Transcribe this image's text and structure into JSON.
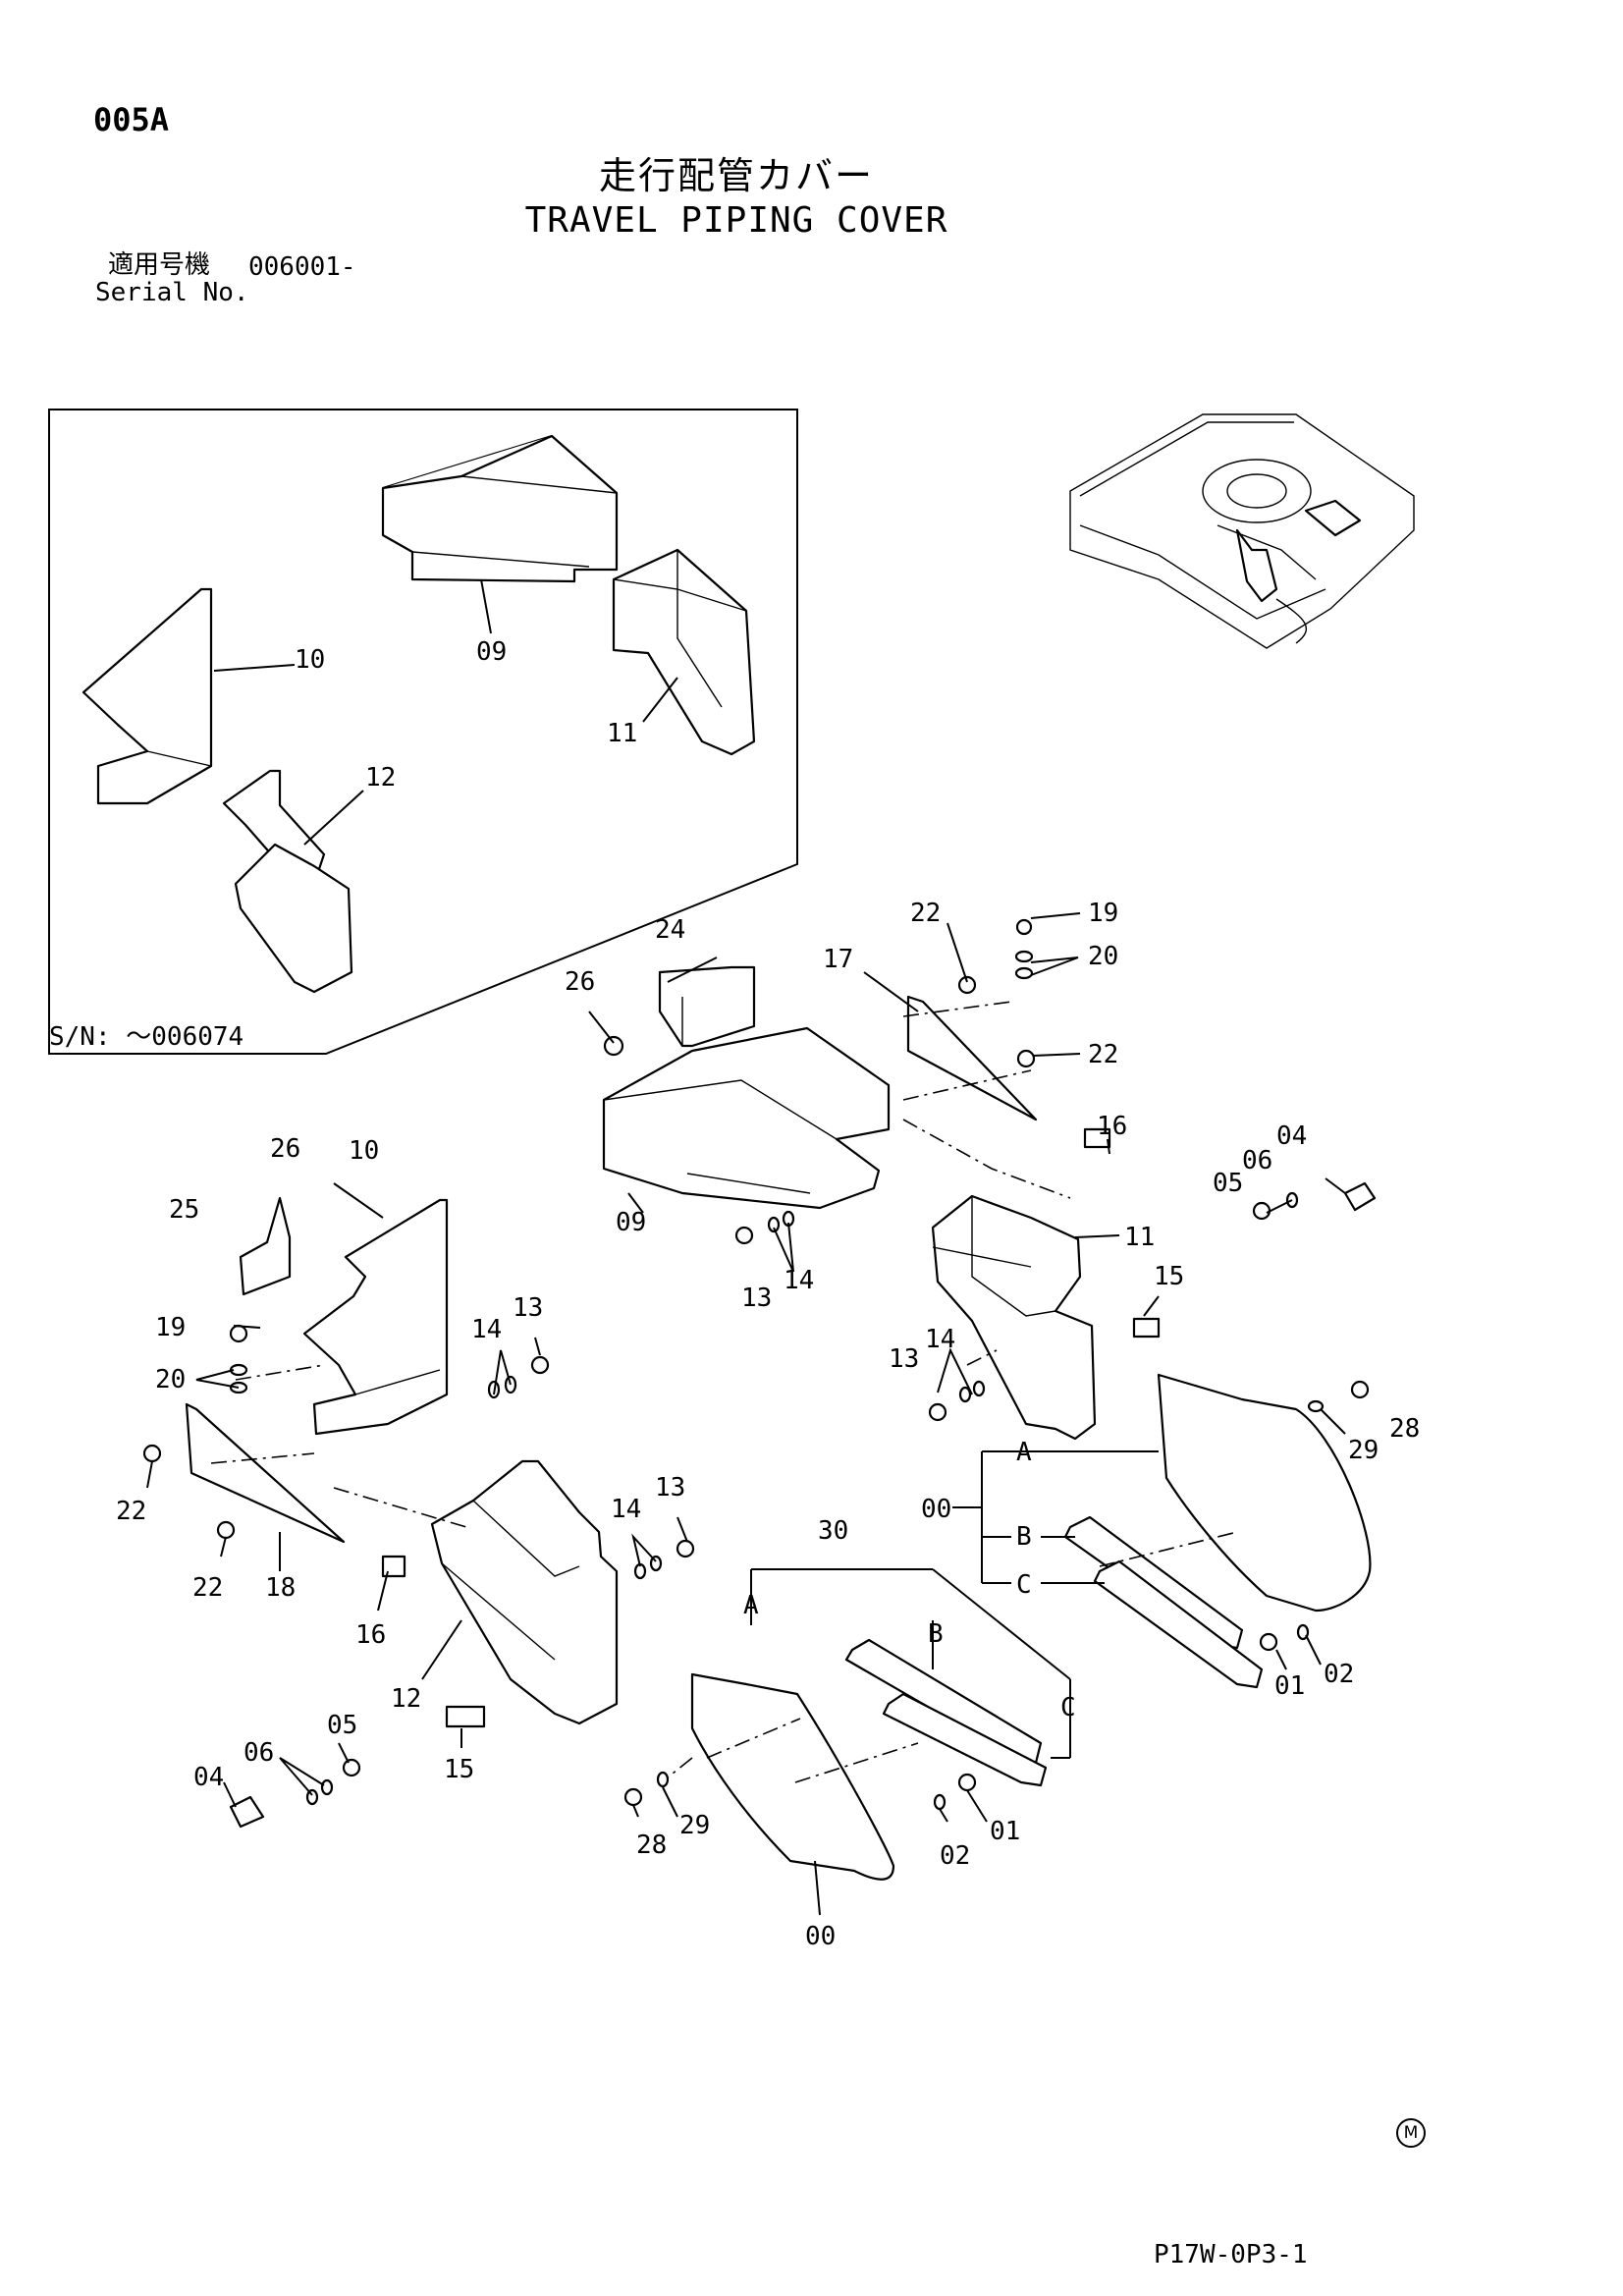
{
  "page_code": "005A",
  "title_ja": "走行配管カバー",
  "title_en": "TRAVEL PIPING COVER",
  "serial_label_ja": "適用号機",
  "serial_value": "006001-",
  "serial_label_en": "Serial No.",
  "inset_serial": "S/N: ～006074",
  "footer_code": "P17W-0P3-1",
  "mark": "M",
  "labels": {
    "inset_10": "10",
    "inset_09": "09",
    "inset_11": "11",
    "inset_12": "12",
    "l24": "24",
    "l26a": "26",
    "l22a": "22",
    "l19a": "19",
    "l20a": "20",
    "l17": "17",
    "l22b": "22",
    "l09": "09",
    "l13a": "13",
    "l14a": "14",
    "l16a": "16",
    "l04a": "04",
    "l06a": "06",
    "l05a": "05",
    "l11": "11",
    "l15a": "15",
    "l13b": "13",
    "l14b": "14",
    "l28a": "28",
    "l29a": "29",
    "l00a": "00",
    "lA1": "A",
    "lB1": "B",
    "lC1": "C",
    "l01a": "01",
    "l02a": "02",
    "l26b": "26",
    "l10": "10",
    "l25": "25",
    "l19b": "19",
    "l20b": "20",
    "l22c": "22",
    "l22d": "22",
    "l18": "18",
    "l14c": "14",
    "l13c": "13",
    "l14d": "14",
    "l13d": "13",
    "l16b": "16",
    "l12": "12",
    "l15b": "15",
    "l05b": "05",
    "l06b": "06",
    "l04b": "04",
    "l30": "30",
    "lA2": "A",
    "lB2": "B",
    "lC2": "C",
    "l28b": "28",
    "l29b": "29",
    "l02b": "02",
    "l01b": "01",
    "l00b": "00"
  }
}
